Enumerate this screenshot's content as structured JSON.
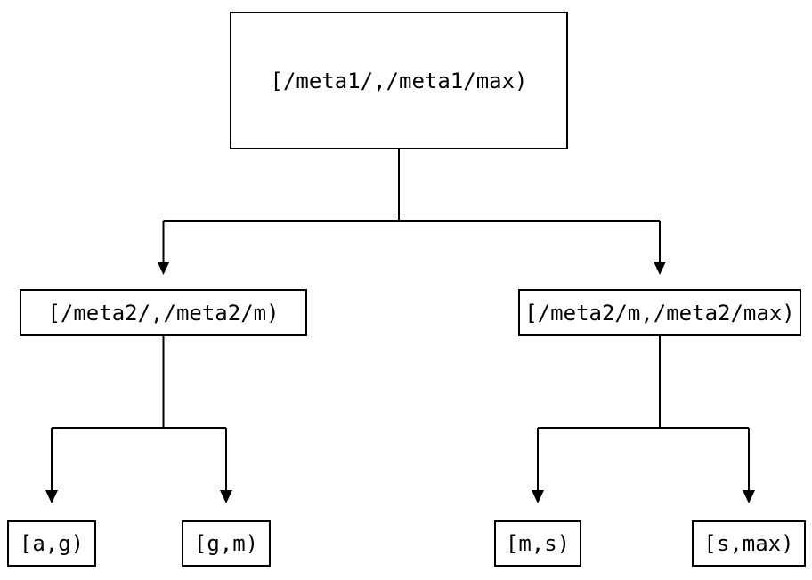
{
  "diagram": {
    "type": "binary-tree",
    "background_color": "#ffffff",
    "line_color": "#000000",
    "text_color": "#000000",
    "nodes": {
      "root": {
        "label": "[/meta1/,/meta1/max)"
      },
      "left": {
        "label": "[/meta2/,/meta2/m)"
      },
      "right": {
        "label": "[/meta2/m,/meta2/max)"
      },
      "leaf_ag": {
        "label": "[a,g)"
      },
      "leaf_gm": {
        "label": "[g,m)"
      },
      "leaf_ms": {
        "label": "[m,s)"
      },
      "leaf_smax": {
        "label": "[s,max)"
      }
    },
    "edges": [
      {
        "from": "root",
        "to": "left"
      },
      {
        "from": "root",
        "to": "right"
      },
      {
        "from": "left",
        "to": "leaf_ag"
      },
      {
        "from": "left",
        "to": "leaf_gm"
      },
      {
        "from": "right",
        "to": "leaf_ms"
      },
      {
        "from": "right",
        "to": "leaf_smax"
      }
    ]
  }
}
